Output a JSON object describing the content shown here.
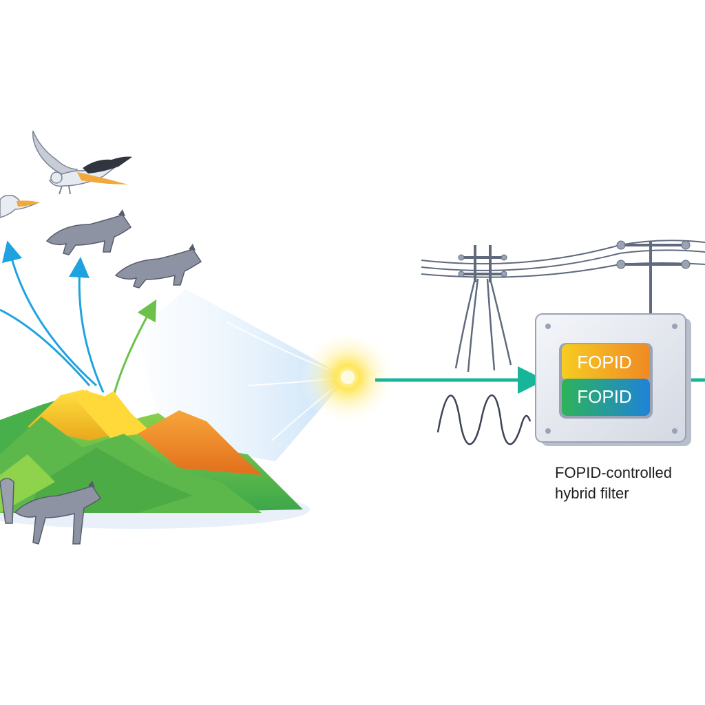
{
  "filter": {
    "box_labels": [
      "FOPID",
      "FOPID"
    ],
    "caption_line1": "FOPID-controlled",
    "caption_line2": "hybrid filter"
  },
  "icons": {
    "birds": [
      "pelican-icon",
      "pelican-icon"
    ],
    "mammals": [
      "wolf-icon",
      "wolf-icon",
      "wolf-icon"
    ],
    "terrain": "mountain-landscape-icon",
    "light": "sun-glow-icon",
    "grid": "power-line-icon",
    "signal": "harmonic-wave-icon"
  },
  "colors": {
    "arrow_blue": "#1ea3e0",
    "arrow_green": "#6cc14a",
    "flow_teal": "#17b59a",
    "mountain_green": "#5cb84a",
    "mountain_yellow": "#f2c81c",
    "mountain_orange": "#f08a24",
    "wire_gray": "#5f6a7e",
    "box_gray": "#e4e7ee"
  }
}
